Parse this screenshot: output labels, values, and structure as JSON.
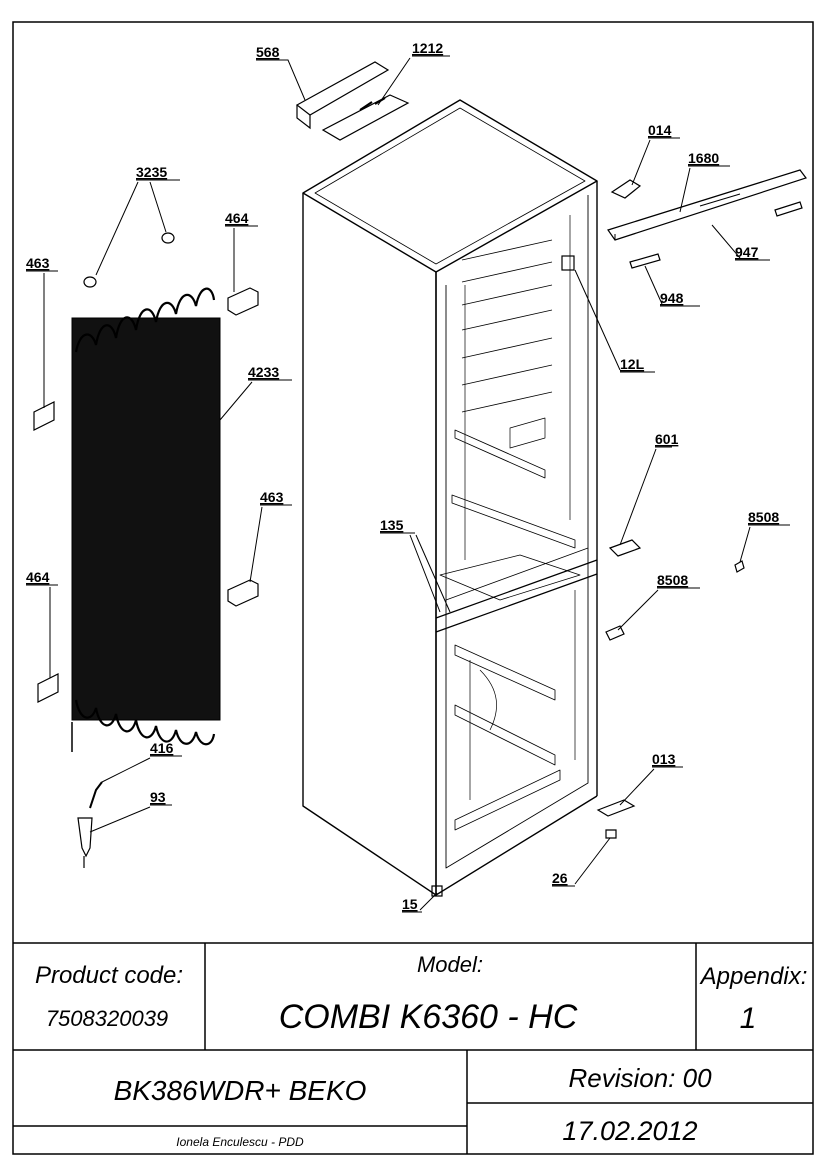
{
  "callouts": {
    "c568": "568",
    "c1212": "1212",
    "c014": "014",
    "c1680": "1680",
    "c947": "947",
    "c948": "948",
    "c12L": "12L",
    "c3235": "3235",
    "c464a": "464",
    "c463a": "463",
    "c4233": "4233",
    "c463b": "463",
    "c464b": "464",
    "c135": "135",
    "c601": "601",
    "c8508a": "8508",
    "c8508b": "8508",
    "c416": "416",
    "c93": "93",
    "c013": "013",
    "c26": "26",
    "c15": "15"
  },
  "title_block": {
    "product_code_label": "Product code:",
    "product_code": "7508320039",
    "model_label": "Model:",
    "model": "COMBI K6360 - HC",
    "appendix_label": "Appendix:",
    "appendix": "1",
    "variant": "BK386WDR+ BEKO",
    "revision": "Revision: 00",
    "author": "Ionela Enculescu - PDD",
    "date": "17.02.2012"
  }
}
